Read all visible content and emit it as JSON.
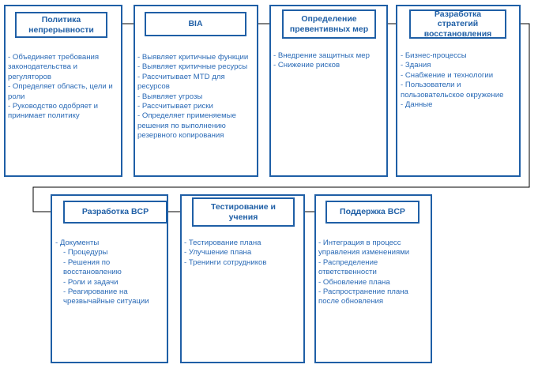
{
  "colors": {
    "border": "#1f5fa6",
    "text": "#2a6ab6",
    "connector": "#000000"
  },
  "stages": [
    {
      "title": "Политика непрерывности",
      "items": [
        "- Объединяет требования законодательства и регуляторов",
        "- Определяет область, цели и роли",
        "- Руководство одобряет и принимает политику"
      ]
    },
    {
      "title": "BIA",
      "items": [
        "- Выявляет критичные функции",
        "- Выявляет критичные ресурсы",
        "- Рассчитывает MTD для ресурсов",
        "- Выявляет угрозы",
        "- Рассчитывает риски",
        "- Определяет применяемые решения по выполнению резервного копирования"
      ]
    },
    {
      "title": "Определение превентивных мер",
      "items": [
        "- Внедрение защитных мер",
        "- Снижение рисков"
      ]
    },
    {
      "title": "Разработка стратегий восстановления",
      "items": [
        "- Бизнес-процессы",
        "- Здания",
        "- Снабжение и технологии",
        "- Пользователи и пользовательское окружение",
        "- Данные"
      ]
    },
    {
      "title": "Разработка BCP",
      "items": [
        "- Документы",
        "- Процедуры",
        "- Решения по восстановлению",
        "- Роли и задачи",
        "- Реагирование на чрезвычайные ситуации"
      ]
    },
    {
      "title": "Тестирование и учения",
      "items": [
        "- Тестирование плана",
        "- Улучшение плана",
        "- Тренинги сотрудников"
      ]
    },
    {
      "title": "Поддержка BCP",
      "items": [
        "- Интеграция в процесс управления изменениями",
        "- Распределение ответственности",
        "- Обновление плана",
        "- Распространение плана после обновления"
      ]
    }
  ]
}
